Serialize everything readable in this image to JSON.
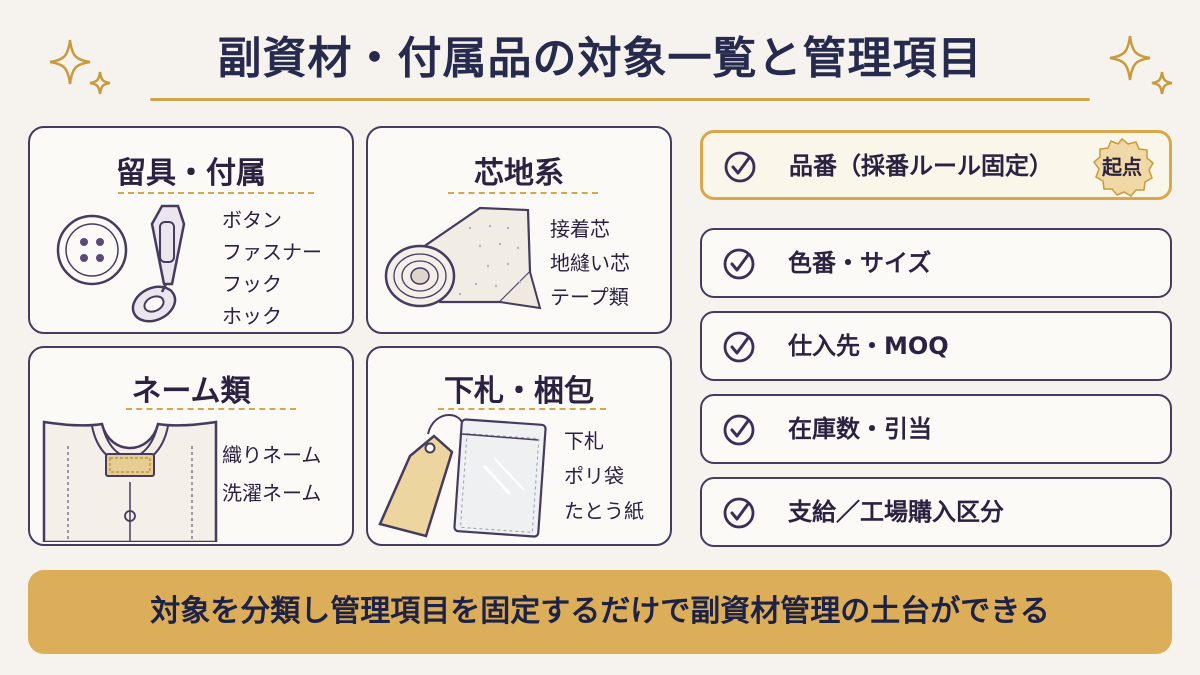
{
  "title": "副資材・付属品の対象一覧と管理項目",
  "categories": [
    {
      "title": "留具・付属",
      "items": [
        "ボタン",
        "ファスナー",
        "フック",
        "ホック"
      ],
      "icon": "button-zipper-icon"
    },
    {
      "title": "芯地系",
      "items": [
        "接着芯",
        "地縫い芯",
        "テープ類"
      ],
      "icon": "interlining-roll-icon"
    },
    {
      "title": "ネーム類",
      "items": [
        "織りネーム",
        "洗濯ネーム"
      ],
      "icon": "shirt-label-icon"
    },
    {
      "title": "下札・梱包",
      "items": [
        "下札",
        "ポリ袋",
        "たとう紙"
      ],
      "icon": "hangtag-polybag-icon"
    }
  ],
  "management_items": [
    {
      "label": "品番（採番ルール固定）",
      "badge": "起点",
      "highlight": true
    },
    {
      "label": "色番・サイズ"
    },
    {
      "label": "仕入先・MOQ"
    },
    {
      "label": "在庫数・引当"
    },
    {
      "label": "支給／工場購入区分"
    }
  ],
  "footer": "対象を分類し管理項目を固定するだけで副資材管理の土台ができる",
  "colors": {
    "accent": "#dcae5a",
    "ink": "#2b2147",
    "background": "#f6f3ee",
    "border": "#463a5e"
  }
}
